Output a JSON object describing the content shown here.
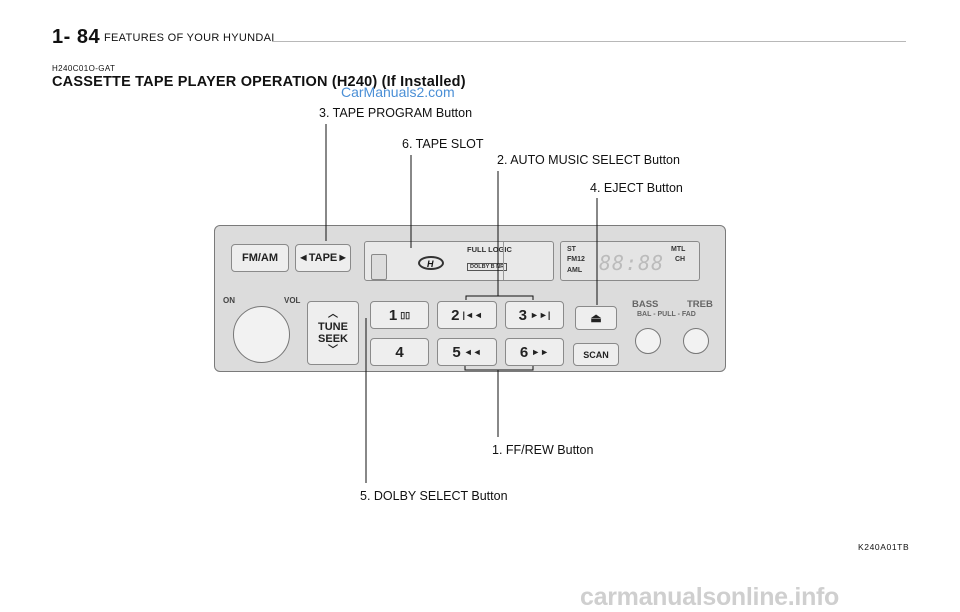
{
  "header": {
    "page_number": "1- 84",
    "section": "FEATURES OF YOUR HYUNDAI"
  },
  "doc_code": "H240C01O-GAT",
  "title": "CASSETTE TAPE PLAYER OPERATION (H240) (If Installed)",
  "watermark_top": "CarManuals2.com",
  "callouts": {
    "c3": "3. TAPE PROGRAM Button",
    "c6": "6. TAPE SLOT",
    "c2": "2. AUTO MUSIC SELECT Button",
    "c4": "4. EJECT Button",
    "c1": "1.  FF/REW Button",
    "c5": "5. DOLBY SELECT Button"
  },
  "figure_code": "K240A01TB",
  "watermark_bottom": "carmanualsonline.info",
  "radio": {
    "fm_am": "FM/AM",
    "tape": "◄TAPE►",
    "full_logic": "FULL LOGIC",
    "dolby": "DOLBY B NR",
    "on": "ON",
    "vol": "VOL",
    "tune": "TUNE",
    "seek": "SEEK",
    "b1": "1",
    "b2": "2",
    "b3": "3",
    "b4": "4",
    "b5": "5",
    "b6": "6",
    "scan": "SCAN",
    "bass": "BASS",
    "treb": "TREB",
    "bal_fad": "BAL - PULL - FAD",
    "lcd_st": "ST",
    "lcd_mtl": "MTL",
    "lcd_fm12": "FM12",
    "lcd_aml": "AML",
    "lcd_ch": "CH",
    "lcd_digits": "88:88"
  }
}
